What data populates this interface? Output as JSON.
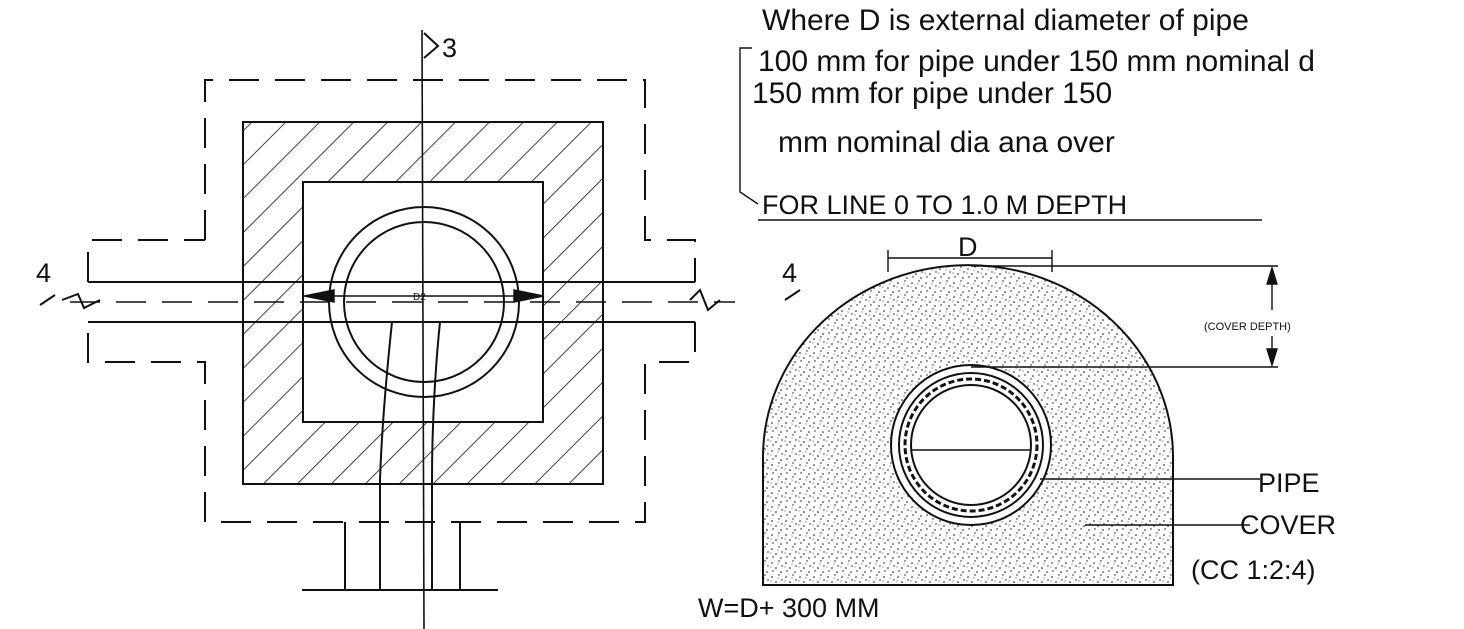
{
  "plan": {
    "section_mark_top": "3",
    "section_mark_left": "4",
    "section_mark_right": "4",
    "dim_label": "D2"
  },
  "notes": {
    "line1": "Where  D is external diameter  of pipe",
    "line2": "100 mm for pipe under 150 mm nominal d",
    "line3": "150 mm for pipe under 150",
    "line4": "mm nominal dia ana over",
    "heading": "FOR LINE  0 TO 1.0 M  DEPTH"
  },
  "section": {
    "dim_label": "D",
    "cover_depth_label": "(COVER DEPTH)",
    "pipe_label": "PIPE",
    "cover_label": "COVER",
    "mix_label": "(CC 1:2:4)",
    "width_formula": "W=D+ 300 MM"
  },
  "colors": {
    "line": "#111111",
    "background": "#ffffff"
  }
}
